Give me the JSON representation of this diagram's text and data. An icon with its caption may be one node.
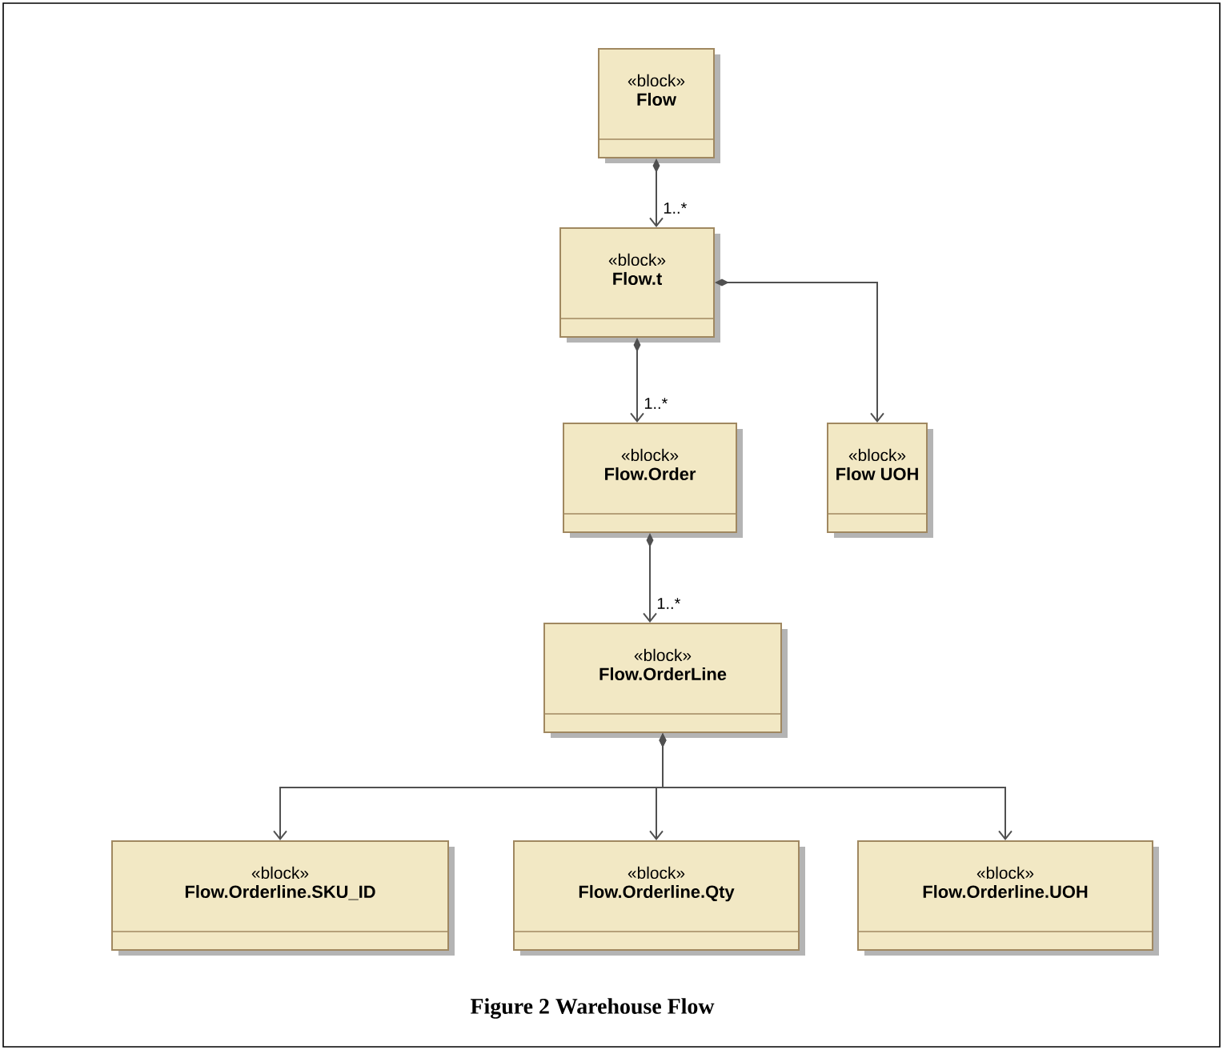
{
  "diagram": {
    "caption": "Figure 2 Warehouse Flow",
    "nodes": [
      {
        "text": [
          "«block»",
          "Flow"
        ]
      },
      {
        "text": [
          "«block»",
          "Flow.t"
        ]
      },
      {
        "text": [
          "«block»",
          "Flow.Order"
        ]
      },
      {
        "text": [
          "«block»",
          "Flow UOH"
        ]
      },
      {
        "text": [
          "«block»",
          "Flow.OrderLine"
        ]
      },
      {
        "text": [
          "«block»",
          "Flow.Orderline.SKU_ID"
        ]
      },
      {
        "text": [
          "«block»",
          "Flow.Orderline.Qty"
        ]
      },
      {
        "text": [
          "«block»",
          "Flow.Orderline.UOH"
        ]
      }
    ],
    "edges": [
      {
        "from": 0,
        "to": 1,
        "arrow": "to",
        "label": "1..*"
      },
      {
        "from": 1,
        "to": 2,
        "arrow": "to",
        "label": "1..*"
      },
      {
        "from": 1,
        "to": 3,
        "arrow": "to"
      },
      {
        "from": 2,
        "to": 4,
        "arrow": "to",
        "label": "1..*"
      },
      {
        "from": 4,
        "to": 5,
        "arrow": "to"
      },
      {
        "from": 4,
        "to": 6,
        "arrow": "to"
      },
      {
        "from": 4,
        "to": 7,
        "arrow": "to"
      }
    ]
  }
}
